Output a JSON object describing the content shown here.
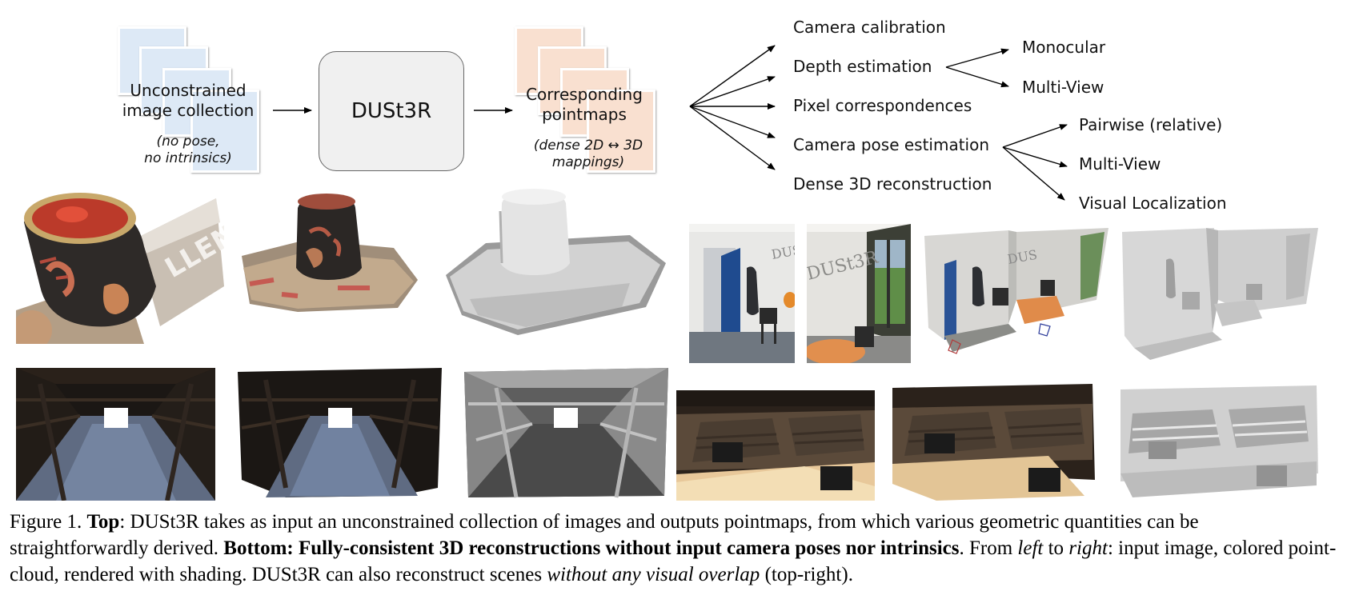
{
  "diagram": {
    "input": {
      "label_line1": "Unconstrained",
      "label_line2": "image collection",
      "note_line1": "(no pose,",
      "note_line2": "no intrinsics)"
    },
    "model": {
      "label": "DUSt3R"
    },
    "output": {
      "label_line1": "Corresponding",
      "label_line2": "pointmaps",
      "note_line1": "(dense 2D ↔ 3D",
      "note_line2": "mappings)"
    },
    "tasks": [
      "Camera calibration",
      "Depth estimation",
      "Pixel correspondences",
      "Camera pose estimation",
      "Dense 3D reconstruction"
    ],
    "depth_subtasks": [
      "Monocular",
      "Multi-View"
    ],
    "pose_subtasks": [
      "Pairwise (relative)",
      "Multi-View",
      "Visual Localization"
    ],
    "colors": {
      "input_frame": "#dde9f6",
      "output_frame": "#f9e0d0",
      "model_box": "#f0f0f0"
    }
  },
  "caption": {
    "fig_label": "Figure 1. ",
    "top_bold": "Top",
    "top_text": ": DUSt3R takes as input an unconstrained collection of images and outputs pointmaps, from which various geometric quantities can be straightforwardly derived. ",
    "bottom_bold": "Bottom: Fully-consistent 3D reconstructions without input camera poses nor intrinsics",
    "text_from": ". From ",
    "left_italic": "left",
    "text_to": " to ",
    "right_italic": "right",
    "text_rest": ": input image, colored point-cloud, rendered with shading. DUSt3R can also reconstruct scenes ",
    "overlap_italic": "without any visual overlap",
    "text_end": " (top-right)."
  },
  "images": {
    "mug_sign_text": "LLEN",
    "room_wall_text": "DUSt3R"
  }
}
